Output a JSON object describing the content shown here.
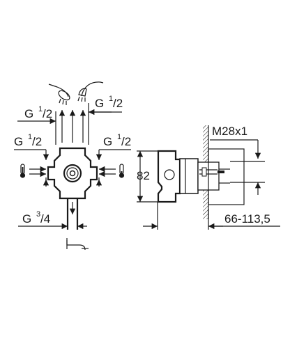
{
  "labels": {
    "top_right": {
      "main": "G ",
      "num": "1",
      "den": "/2"
    },
    "top_left": {
      "main": "G ",
      "num": "1",
      "den": "/2"
    },
    "mid_left": {
      "main": "G ",
      "num": "1",
      "den": "/2"
    },
    "mid_right": {
      "main": "G ",
      "num": "1",
      "den": "/2"
    },
    "bottom": {
      "main": "G ",
      "num": "3",
      "den": "/4"
    }
  },
  "dimensions": {
    "thread": "M28x1",
    "height": "82",
    "depth": "66-113,5"
  },
  "icons": {
    "hand_shower": "hand-shower-icon",
    "shower_head": "shower-head-icon",
    "spout": "bath-spout-icon",
    "thermo_left": "thermometer-hot-icon",
    "thermo_right": "thermometer-cold-icon"
  },
  "colors": {
    "stroke": "#1a1a1a",
    "background": "#ffffff"
  }
}
